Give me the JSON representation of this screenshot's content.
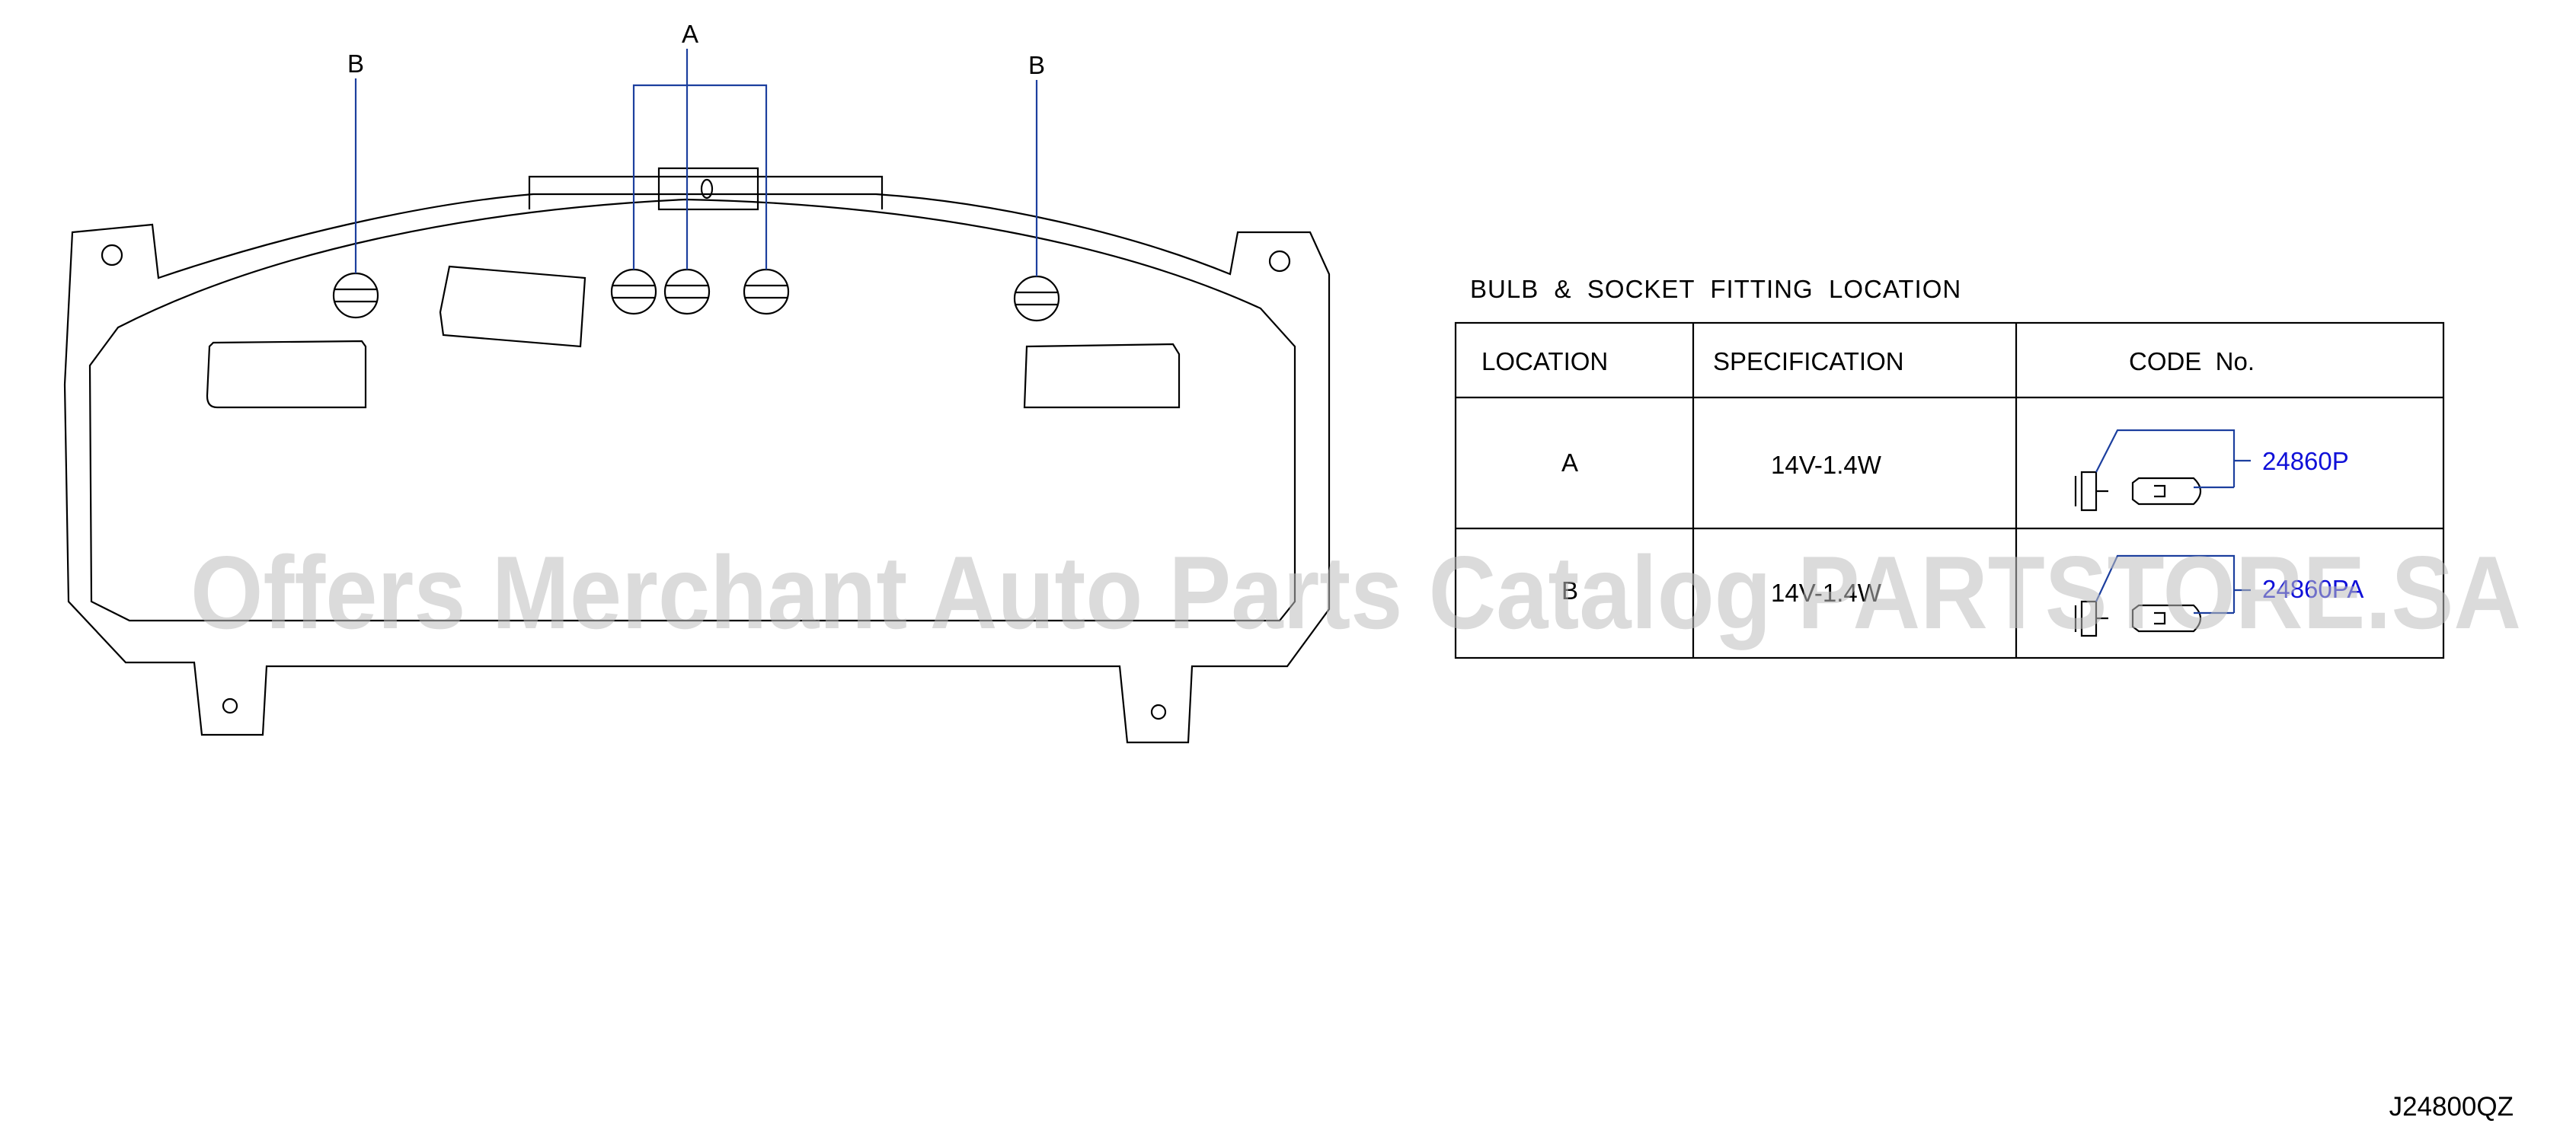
{
  "callouts": {
    "a": "A",
    "b_left": "B",
    "b_right": "B"
  },
  "table": {
    "title": "BULB  &  SOCKET  FITTING  LOCATION",
    "headers": {
      "location": "LOCATION",
      "specification": "SPECIFICATION",
      "code": "CODE  No."
    },
    "rows": [
      {
        "location": "A",
        "specification": "14V-1.4W",
        "code": "24860P"
      },
      {
        "location": "B",
        "specification": "14V-1.4W",
        "code": "24860PA"
      }
    ]
  },
  "drawing_number": "J24800QZ",
  "watermark": "Offers Merchant Auto Parts Catalog PARTSTORE.SA",
  "colors": {
    "leader": "#1c3f9e",
    "code_text": "#1010d8",
    "watermark": "#bdbdbd"
  }
}
